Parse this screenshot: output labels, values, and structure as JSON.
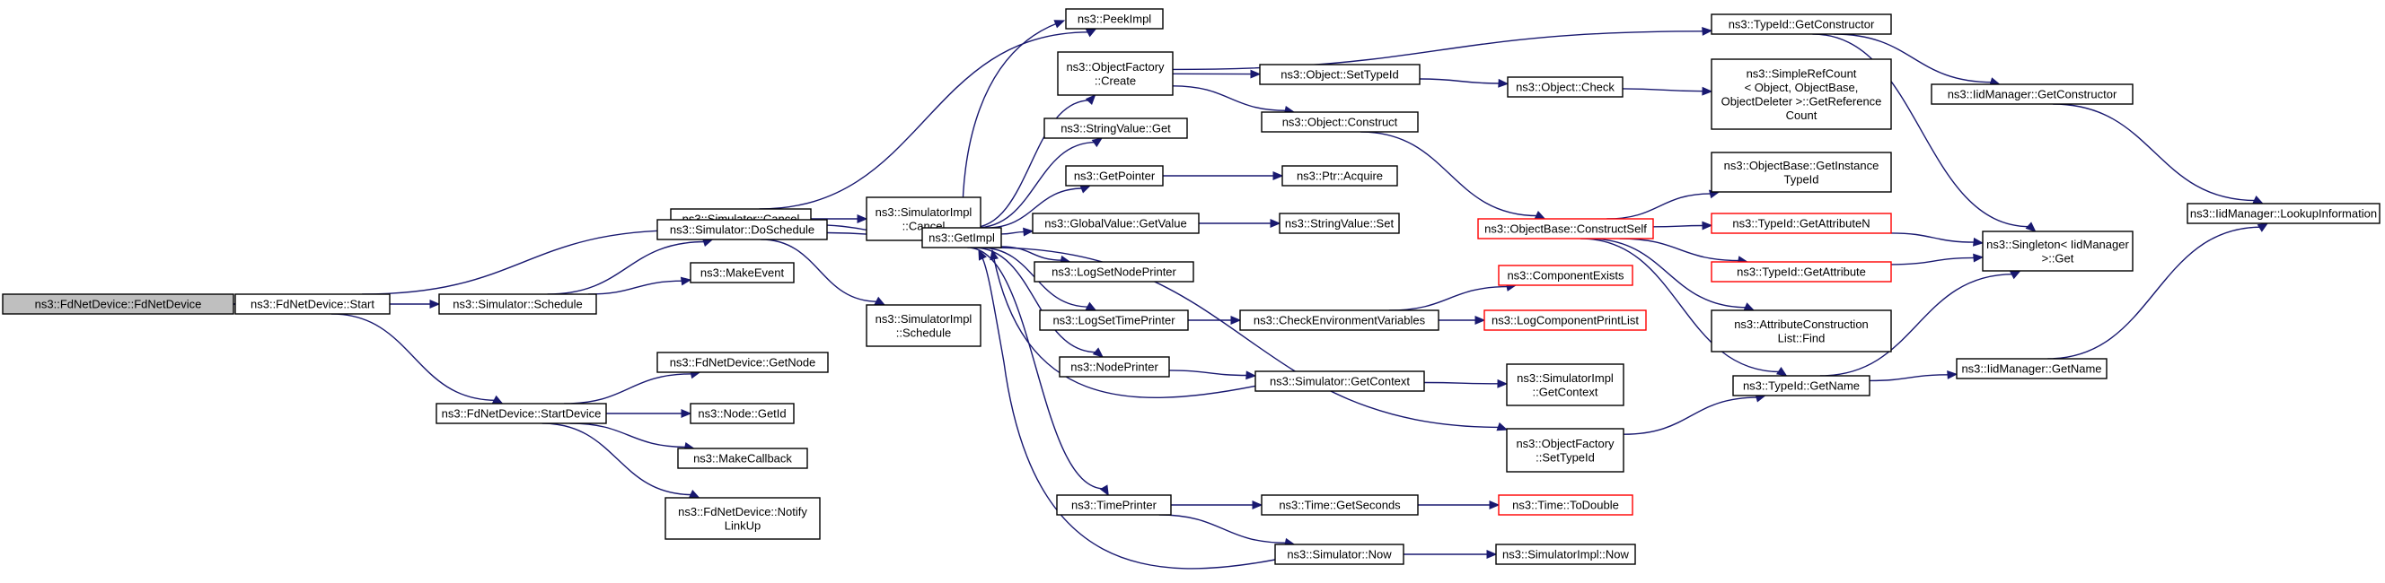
{
  "colors": {
    "edge": "#191970",
    "box_border": "#000000",
    "red_border": "#ff0000",
    "root_fill": "#bfbfbf",
    "box_fill": "#ffffff",
    "background": "#ffffff"
  },
  "nodes": [
    {
      "id": "root",
      "lines": [
        "ns3::FdNetDevice::FdNetDevice"
      ],
      "root": true
    },
    {
      "id": "start",
      "lines": [
        "ns3::FdNetDevice::Start"
      ]
    },
    {
      "id": "cancel",
      "lines": [
        "ns3::Simulator::Cancel"
      ]
    },
    {
      "id": "schedule",
      "lines": [
        "ns3::Simulator::Schedule"
      ]
    },
    {
      "id": "startdevice",
      "lines": [
        "ns3::FdNetDevice::StartDevice"
      ]
    },
    {
      "id": "simimpl_cancel",
      "lines": [
        "ns3::SimulatorImpl",
        "::Cancel"
      ]
    },
    {
      "id": "doschedule",
      "lines": [
        "ns3::Simulator::DoSchedule"
      ]
    },
    {
      "id": "makeevent",
      "lines": [
        "ns3::MakeEvent"
      ]
    },
    {
      "id": "simimpl_schedule",
      "lines": [
        "ns3::SimulatorImpl",
        "::Schedule"
      ]
    },
    {
      "id": "getnode",
      "lines": [
        "ns3::FdNetDevice::GetNode"
      ]
    },
    {
      "id": "nodegetid",
      "lines": [
        "ns3::Node::GetId"
      ]
    },
    {
      "id": "makecallback",
      "lines": [
        "ns3::MakeCallback"
      ]
    },
    {
      "id": "notifylinkup",
      "lines": [
        "ns3::FdNetDevice::Notify",
        "LinkUp"
      ]
    },
    {
      "id": "getimpl",
      "lines": [
        "ns3::GetImpl"
      ]
    },
    {
      "id": "peekimpl",
      "lines": [
        "ns3::PeekImpl"
      ]
    },
    {
      "id": "of_create",
      "lines": [
        "ns3::ObjectFactory",
        "::Create"
      ]
    },
    {
      "id": "stringvalue_get",
      "lines": [
        "ns3::StringValue::Get"
      ]
    },
    {
      "id": "getpointer",
      "lines": [
        "ns3::GetPointer"
      ]
    },
    {
      "id": "gv_getvalue",
      "lines": [
        "ns3::GlobalValue::GetValue"
      ]
    },
    {
      "id": "logsetnode",
      "lines": [
        "ns3::LogSetNodePrinter"
      ]
    },
    {
      "id": "logsettime",
      "lines": [
        "ns3::LogSetTimePrinter"
      ]
    },
    {
      "id": "nodeprinter",
      "lines": [
        "ns3::NodePrinter"
      ]
    },
    {
      "id": "of_settypeid",
      "lines": [
        "ns3::ObjectFactory",
        "::SetTypeId"
      ]
    },
    {
      "id": "timeprinter",
      "lines": [
        "ns3::TimePrinter"
      ]
    },
    {
      "id": "obj_settypeid",
      "lines": [
        "ns3::Object::SetTypeId"
      ]
    },
    {
      "id": "obj_construct",
      "lines": [
        "ns3::Object::Construct"
      ]
    },
    {
      "id": "ptr_acquire",
      "lines": [
        "ns3::Ptr::Acquire"
      ]
    },
    {
      "id": "stringvalue_set",
      "lines": [
        "ns3::StringValue::Set"
      ]
    },
    {
      "id": "checkenv",
      "lines": [
        "ns3::CheckEnvironmentVariables"
      ]
    },
    {
      "id": "sim_getcontext",
      "lines": [
        "ns3::Simulator::GetContext"
      ]
    },
    {
      "id": "time_getseconds",
      "lines": [
        "ns3::Time::GetSeconds"
      ]
    },
    {
      "id": "sim_now",
      "lines": [
        "ns3::Simulator::Now"
      ]
    },
    {
      "id": "typeid_getconstructor",
      "lines": [
        "ns3::TypeId::GetConstructor"
      ]
    },
    {
      "id": "obj_check",
      "lines": [
        "ns3::Object::Check"
      ]
    },
    {
      "id": "constructself",
      "lines": [
        "ns3::ObjectBase::ConstructSelf"
      ],
      "red": true
    },
    {
      "id": "componentexists",
      "lines": [
        "ns3::ComponentExists"
      ],
      "red": true
    },
    {
      "id": "logcomponentprintlist",
      "lines": [
        "ns3::LogComponentPrintList"
      ],
      "red": true
    },
    {
      "id": "simimpl_getcontext",
      "lines": [
        "ns3::SimulatorImpl",
        "::GetContext"
      ]
    },
    {
      "id": "typeid_getname",
      "lines": [
        "ns3::TypeId::GetName"
      ]
    },
    {
      "id": "time_todouble",
      "lines": [
        "ns3::Time::ToDouble"
      ],
      "red": true
    },
    {
      "id": "simimpl_now",
      "lines": [
        "ns3::SimulatorImpl::Now"
      ]
    },
    {
      "id": "simplerefcount",
      "lines": [
        "ns3::SimpleRefCount",
        "< Object, ObjectBase,",
        "ObjectDeleter >::GetReference",
        "Count"
      ]
    },
    {
      "id": "getinstancetypeid",
      "lines": [
        "ns3::ObjectBase::GetInstance",
        "TypeId"
      ]
    },
    {
      "id": "getattributen",
      "lines": [
        "ns3::TypeId::GetAttributeN"
      ],
      "red": true
    },
    {
      "id": "getattribute",
      "lines": [
        "ns3::TypeId::GetAttribute"
      ],
      "red": true
    },
    {
      "id": "attrconstructionlist",
      "lines": [
        "ns3::AttributeConstruction",
        "List::Find"
      ]
    },
    {
      "id": "iidmanager_getconstructor",
      "lines": [
        "ns3::IidManager::GetConstructor"
      ]
    },
    {
      "id": "singleton_get",
      "lines": [
        "ns3::Singleton< IidManager",
        ">::Get"
      ]
    },
    {
      "id": "iidmanager_getname",
      "lines": [
        "ns3::IidManager::GetName"
      ]
    },
    {
      "id": "lookupinformation",
      "lines": [
        "ns3::IidManager::LookupInformation"
      ]
    }
  ],
  "edges": [
    [
      "root",
      "start"
    ],
    [
      "start",
      "cancel"
    ],
    [
      "start",
      "schedule"
    ],
    [
      "start",
      "startdevice"
    ],
    [
      "cancel",
      "peekimpl"
    ],
    [
      "cancel",
      "simimpl_cancel"
    ],
    [
      "cancel",
      "getimpl"
    ],
    [
      "schedule",
      "doschedule"
    ],
    [
      "schedule",
      "makeevent"
    ],
    [
      "doschedule",
      "getimpl"
    ],
    [
      "doschedule",
      "simimpl_schedule"
    ],
    [
      "startdevice",
      "getnode"
    ],
    [
      "startdevice",
      "nodegetid"
    ],
    [
      "startdevice",
      "makecallback"
    ],
    [
      "startdevice",
      "notifylinkup"
    ],
    [
      "getimpl",
      "peekimpl"
    ],
    [
      "getimpl",
      "of_create"
    ],
    [
      "getimpl",
      "stringvalue_get"
    ],
    [
      "getimpl",
      "getpointer"
    ],
    [
      "getimpl",
      "gv_getvalue"
    ],
    [
      "getimpl",
      "logsetnode"
    ],
    [
      "getimpl",
      "logsettime"
    ],
    [
      "getimpl",
      "nodeprinter"
    ],
    [
      "getimpl",
      "of_settypeid"
    ],
    [
      "getimpl",
      "timeprinter"
    ],
    [
      "of_create",
      "obj_settypeid"
    ],
    [
      "of_create",
      "obj_construct"
    ],
    [
      "of_create",
      "typeid_getconstructor"
    ],
    [
      "getpointer",
      "ptr_acquire"
    ],
    [
      "gv_getvalue",
      "stringvalue_set"
    ],
    [
      "logsettime",
      "checkenv"
    ],
    [
      "nodeprinter",
      "sim_getcontext"
    ],
    [
      "sim_getcontext",
      "getimpl"
    ],
    [
      "timeprinter",
      "time_getseconds"
    ],
    [
      "timeprinter",
      "sim_now"
    ],
    [
      "sim_now",
      "getimpl"
    ],
    [
      "obj_settypeid",
      "obj_check"
    ],
    [
      "obj_check",
      "simplerefcount"
    ],
    [
      "obj_construct",
      "constructself"
    ],
    [
      "checkenv",
      "componentexists"
    ],
    [
      "checkenv",
      "logcomponentprintlist"
    ],
    [
      "sim_getcontext",
      "simimpl_getcontext"
    ],
    [
      "of_settypeid",
      "typeid_getname"
    ],
    [
      "time_getseconds",
      "time_todouble"
    ],
    [
      "sim_now",
      "simimpl_now"
    ],
    [
      "constructself",
      "getinstancetypeid"
    ],
    [
      "constructself",
      "getattributen"
    ],
    [
      "constructself",
      "getattribute"
    ],
    [
      "constructself",
      "attrconstructionlist"
    ],
    [
      "constructself",
      "typeid_getname"
    ],
    [
      "typeid_getconstructor",
      "iidmanager_getconstructor"
    ],
    [
      "typeid_getconstructor",
      "singleton_get"
    ],
    [
      "getattributen",
      "singleton_get"
    ],
    [
      "getattribute",
      "singleton_get"
    ],
    [
      "typeid_getname",
      "singleton_get"
    ],
    [
      "typeid_getname",
      "iidmanager_getname"
    ],
    [
      "iidmanager_getconstructor",
      "lookupinformation"
    ],
    [
      "iidmanager_getname",
      "lookupinformation"
    ]
  ]
}
